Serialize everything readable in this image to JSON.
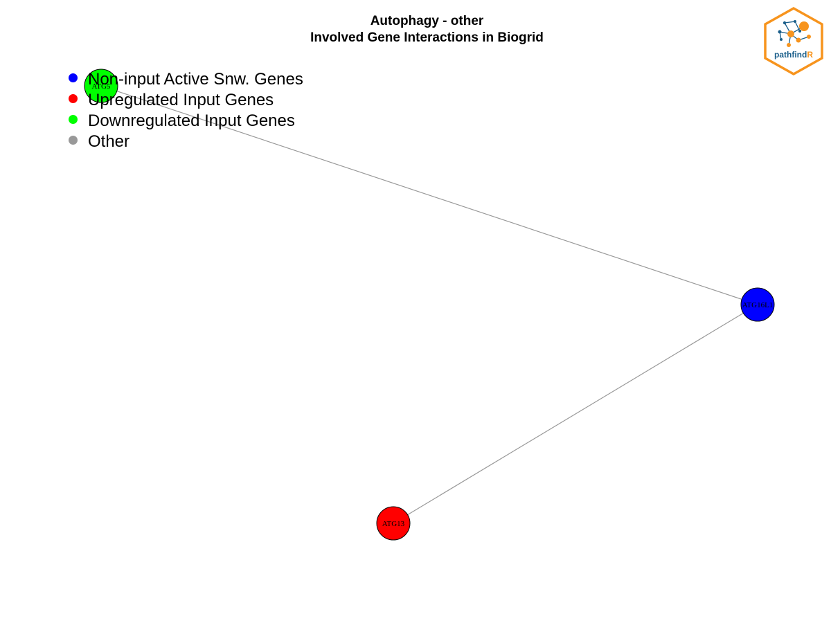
{
  "title": {
    "line1": "Autophagy - other",
    "line2": "Involved Gene Interactions in Biogrid"
  },
  "legend": {
    "items": [
      {
        "label": "Non-input Active Snw. Genes",
        "color": "#0000ff"
      },
      {
        "label": "Upregulated Input Genes",
        "color": "#ff0000"
      },
      {
        "label": "Downregulated Input Genes",
        "color": "#00ff00"
      },
      {
        "label": "Other",
        "color": "#999999"
      }
    ]
  },
  "network": {
    "nodes": [
      {
        "id": "ATG5",
        "label": "ATG5",
        "color": "#00ff00"
      },
      {
        "id": "ATG16L1",
        "label": "ATG16L1",
        "color": "#0000ff"
      },
      {
        "id": "ATG13",
        "label": "ATG13",
        "color": "#ff0000"
      }
    ],
    "edges": [
      {
        "source": "ATG5",
        "target": "ATG16L1"
      },
      {
        "source": "ATG16L1",
        "target": "ATG13"
      }
    ],
    "edge_color": "#999999"
  },
  "logo": {
    "text_main": "pathfind",
    "text_accent": "R",
    "border_color": "#f7941d",
    "text_color": "#1a5e8a",
    "accent_color": "#f7941d"
  }
}
